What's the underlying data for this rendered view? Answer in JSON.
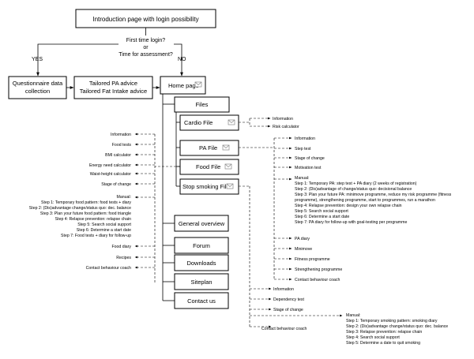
{
  "flow": {
    "intro": "Introduction page with login possibility",
    "question": [
      "First time login?",
      "or",
      "Time for assessment?"
    ],
    "yes": "YES",
    "no": "NO",
    "questionnaire": [
      "Questionnaire data",
      "collection"
    ],
    "tailored": [
      "Tailored PA advice",
      "Tailored Fat Intake advice"
    ],
    "home": "Home page"
  },
  "pages": {
    "files": "Files",
    "cardio": "Cardio File",
    "pa": "PA File",
    "food": "Food File",
    "smoking": "Stop smoking File",
    "general": "General overview",
    "forum": "Forum",
    "downloads": "Downloads",
    "siteplan": "Siteplan",
    "contact": "Contact us"
  },
  "cardio_items": [
    "Information",
    "Risk calculator"
  ],
  "pa_items": [
    "Information",
    "Step test",
    "Stage of change",
    "Motivation test"
  ],
  "pa_manual": [
    "Manual:",
    "Step 1: Temporary PA: step test + PA diary (2 weeks of registration)",
    "Step 2: (Dis)advantage of change/status quo: decisional balance",
    "Step 3: Plan your future PA: minimove programme, reduce my risk programme (fitness",
    "programme), strengthening programme, start to programmes, run a marathon",
    "Step 4: Relapse prevention: design your own relapse chain",
    "Step 5: Search social support",
    "Step 6: Determine a start date",
    "Step 7: PA diary for follow-up with goal-testing per programme"
  ],
  "pa_extra": [
    "PA diary",
    "Minimove",
    "Fitness programme",
    "Strengthening programme",
    "Contact behaviour coach"
  ],
  "food_items": [
    "Information",
    "Food tests",
    "BMI calculator",
    "Energy need calculator",
    "Waist-height calculator",
    "Stage of change"
  ],
  "food_manual": [
    "Manual:",
    "Step 1: Temporary food pattern: food tests + diary",
    "Step 2: (Dis)advantage change/status quo: dec. balance",
    "Step 3: Plan your future food pattern: food triangle",
    "Step 4: Relapse prevention: relapse chain",
    "Step 5: Search social support",
    "Step 6: Determine a start date",
    "Step 7: Food tests + diary for follow-up"
  ],
  "food_extra": [
    "Food diary",
    "Recipes",
    "Contact behaviour coach"
  ],
  "smoking_items": [
    "Information",
    "Dependency test",
    "Stage of change",
    "Contact behaviour coach"
  ],
  "smoking_manual": [
    "Manual:",
    "Step 1: Temporary smoking pattern: smoking diary",
    "Step 2: (Dis)advantage change/status quo: dec. balance",
    "Step 3: Relapse prevention: relapse chain",
    "Step 4: Search social support",
    "Step 5: Determine a date to quit smoking"
  ]
}
